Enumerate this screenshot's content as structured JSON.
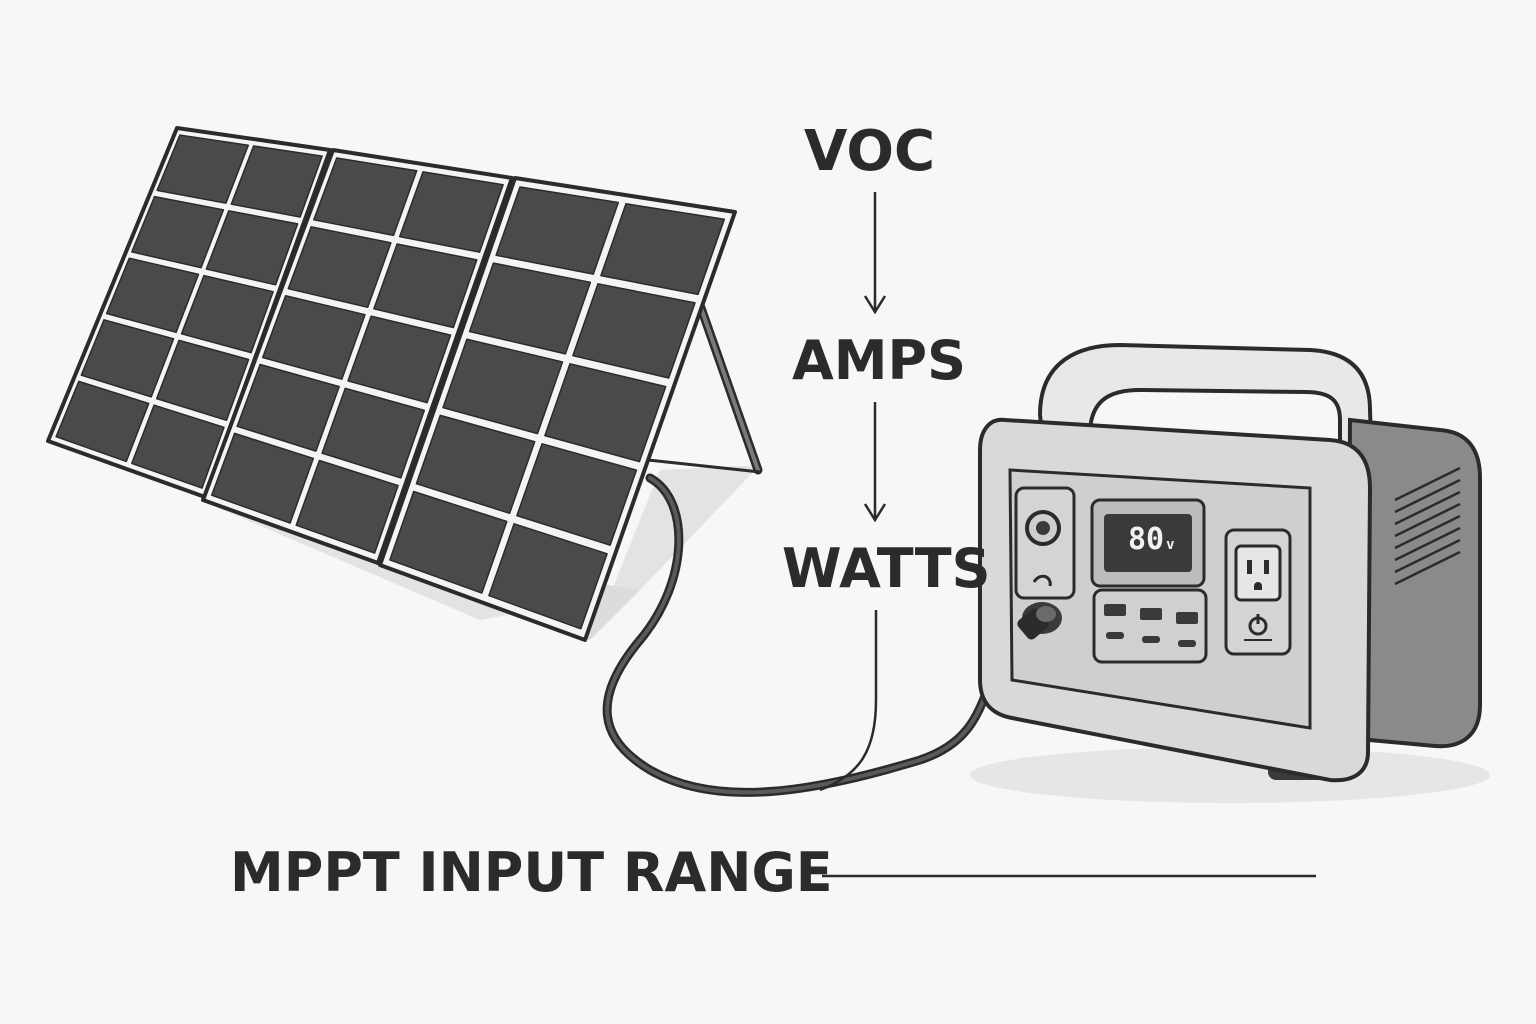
{
  "labels": {
    "voc": "VOC",
    "amps": "AMPS",
    "watts": "WATTS",
    "mppt_input_range": "MPPT INPUT RANGE"
  },
  "station_display": {
    "value": "80",
    "unit": "v"
  },
  "icons": {
    "solar_panel": "solar-panel-icon",
    "power_station": "power-station-icon",
    "cable": "solar-cable-icon",
    "arrow": "arrow-down-icon"
  },
  "colors": {
    "background": "#f7f7f5",
    "ink": "#2b2b2b",
    "cell": "#4a4a4a",
    "station_body": "#d9d9d9",
    "station_side": "#8a8a8a",
    "display": "#3a3a3a"
  }
}
